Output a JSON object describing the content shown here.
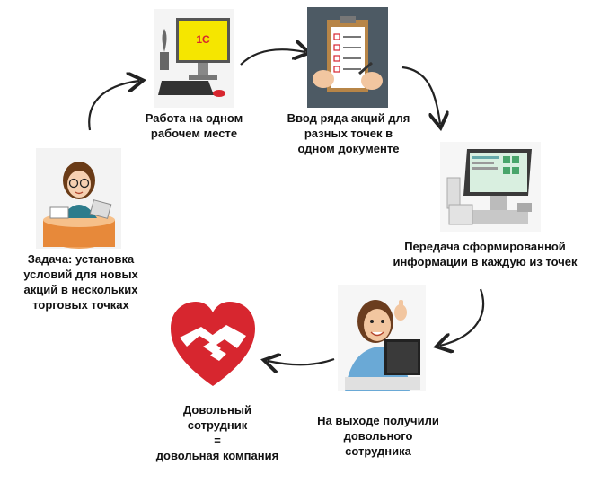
{
  "steps": [
    {
      "label": "Задача: установка\nусловий для новых\nакций в нескольких\nторговых точках",
      "icon": "woman-at-desk-icon"
    },
    {
      "label": "Работа на одном\nрабочем месте",
      "icon": "computer-1c-icon"
    },
    {
      "label": "Ввод ряда акций для\nразных точек в\nодном документе",
      "icon": "clipboard-document-icon"
    },
    {
      "label": "Передача сформированной\nинформации в каждую из точек",
      "icon": "pos-terminal-icon"
    },
    {
      "label": "На выходе получили\nдовольного\nсотрудника",
      "icon": "happy-employee-icon"
    },
    {
      "label": "Довольный\nсотрудник\n=\nдовольная компания",
      "icon": "heart-handshake-icon"
    }
  ],
  "logo_text": "1С",
  "colors": {
    "heart": "#d7262f",
    "screen": "#f5e600",
    "arrow": "#222222"
  }
}
